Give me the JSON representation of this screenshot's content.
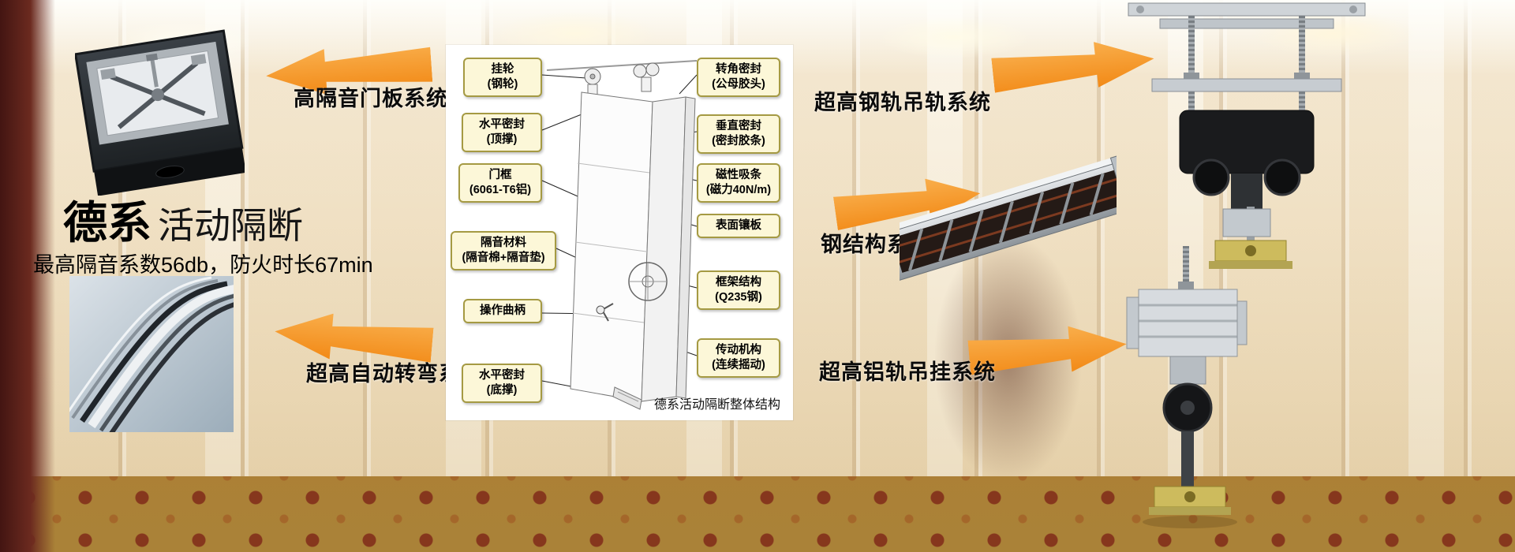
{
  "hero": {
    "title_bold": "德系",
    "title_light": "活动隔断",
    "subtitle": "最高隔音系数56db，防火时长67min"
  },
  "system_labels": {
    "door_panel": "高隔音门板系统",
    "auto_turn": "超高自动转弯系统",
    "steel_rail": "超高钢轨吊轨系统",
    "steel_structure": "钢结构系统",
    "aluminum_rail": "超高铝轨吊挂系统"
  },
  "diagram": {
    "caption": "德系活动隔断整体结构",
    "callouts_left": [
      {
        "line1": "挂轮",
        "line2": "(钢轮)"
      },
      {
        "line1": "水平密封",
        "line2": "(顶撑)"
      },
      {
        "line1": "门框",
        "line2": "(6061-T6铝)"
      },
      {
        "line1": "隔音材料",
        "line2": "(隔音棉+隔音垫)"
      },
      {
        "line1": "操作曲柄",
        "line2": ""
      },
      {
        "line1": "水平密封",
        "line2": "(底撑)"
      }
    ],
    "callouts_right": [
      {
        "line1": "转角密封",
        "line2": "(公母胶头)"
      },
      {
        "line1": "垂直密封",
        "line2": "(密封胶条)"
      },
      {
        "line1": "磁性吸条",
        "line2": "(磁力40N/m)"
      },
      {
        "line1": "表面镶板",
        "line2": ""
      },
      {
        "line1": "框架结构",
        "line2": "(Q235钢)"
      },
      {
        "line1": "传动机构",
        "line2": "(连续摇动)"
      }
    ]
  },
  "colors": {
    "arrow_orange": "#F28A17",
    "callout_bg": "#FCF7D8",
    "callout_border": "#A59A43"
  }
}
